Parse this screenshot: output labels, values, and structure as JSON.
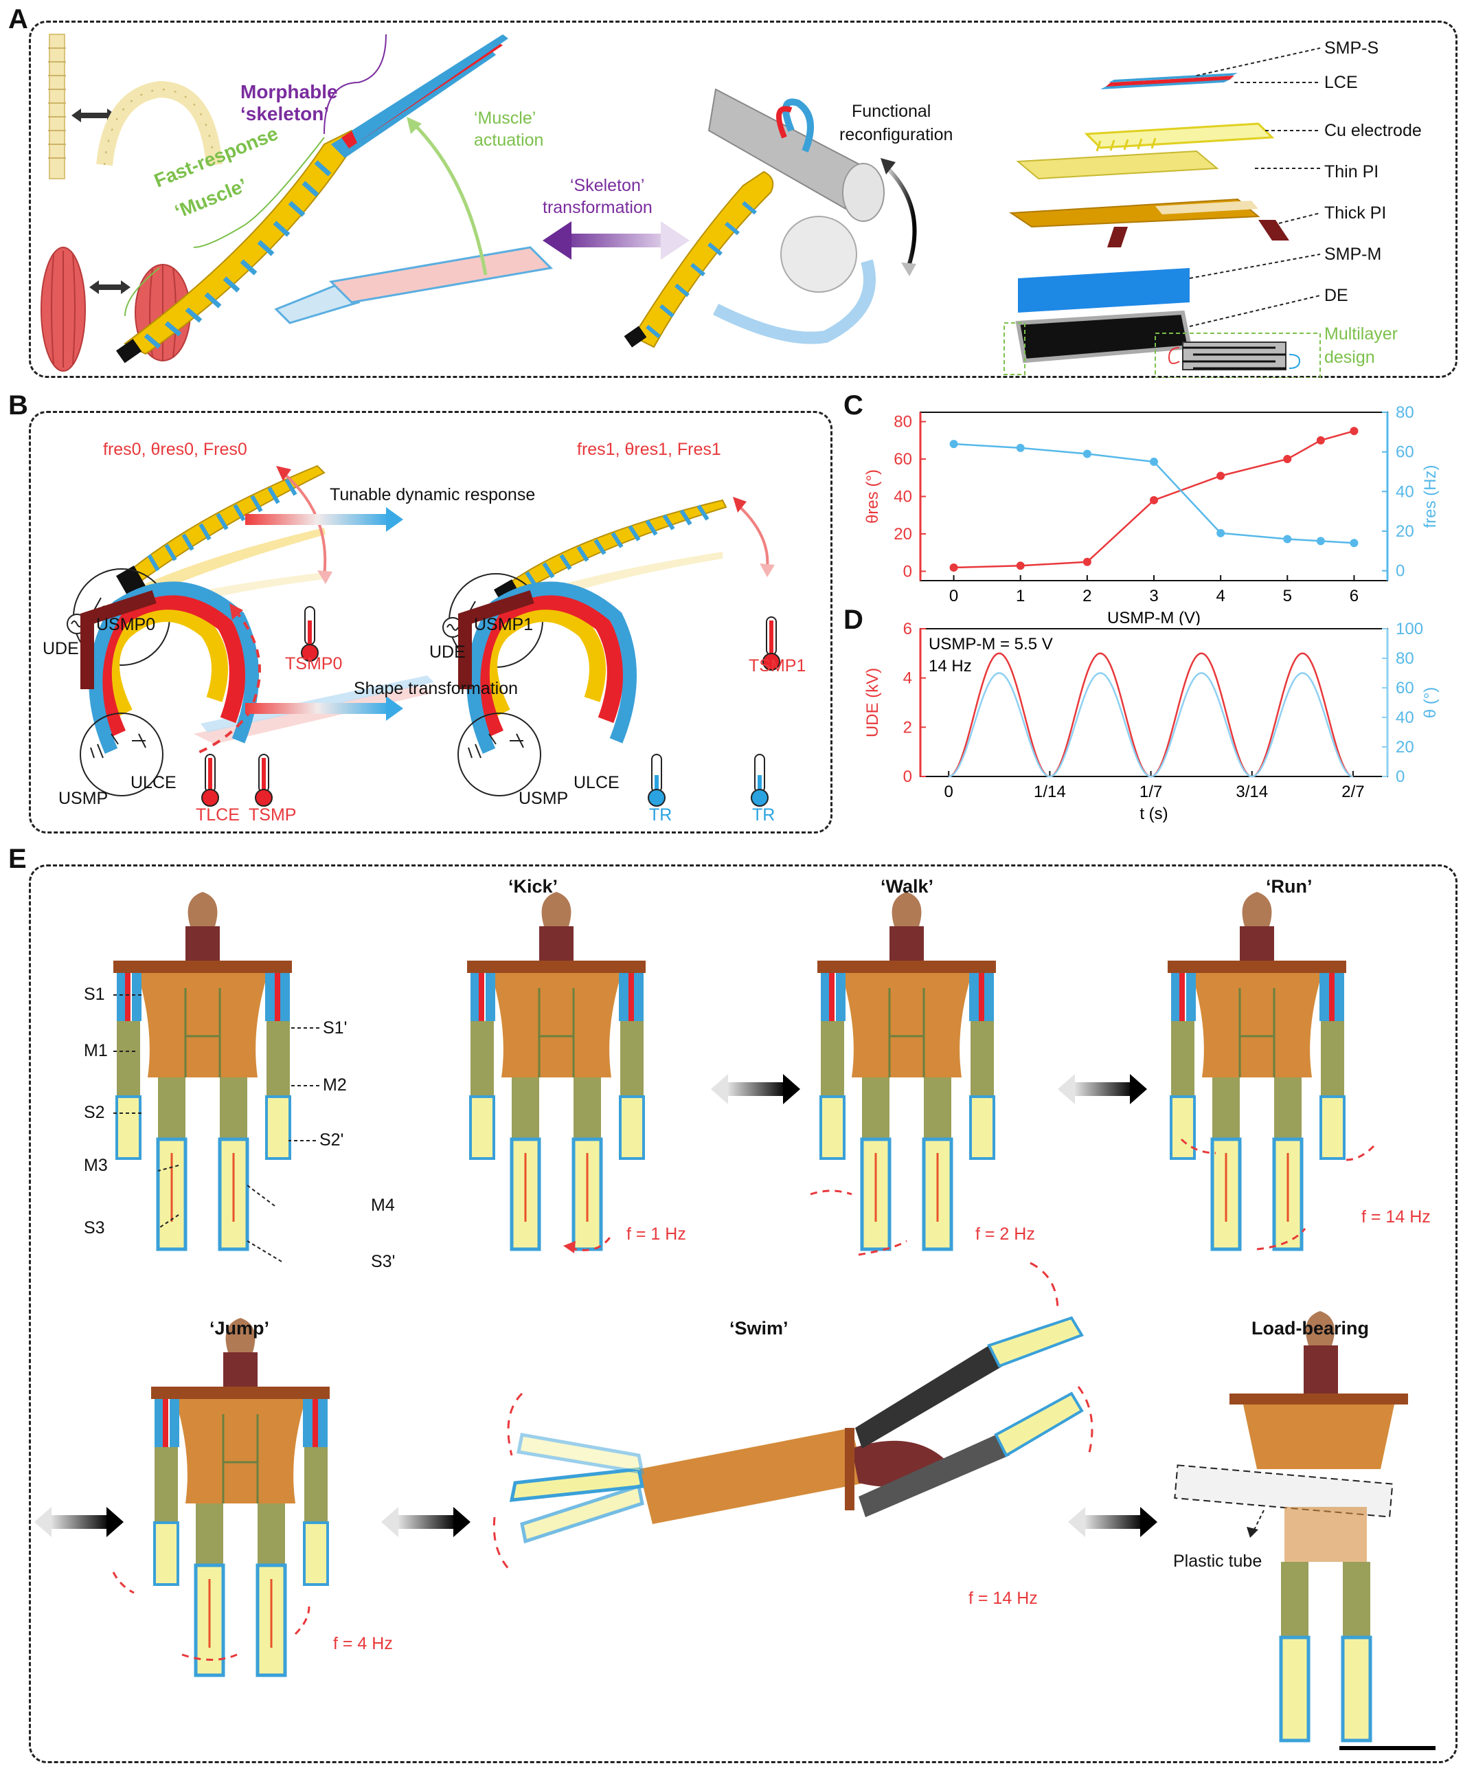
{
  "panels": {
    "a": "A",
    "b": "B",
    "c": "C",
    "d": "D",
    "e": "E"
  },
  "panel_a": {
    "morphable_1": "Morphable",
    "morphable_2": "‘skeleton’",
    "muscle_actuation_1": "‘Muscle’",
    "muscle_actuation_2": "actuation",
    "fast_response_1": "Fast-response",
    "fast_response_2": "‘Muscle’",
    "skeleton_transform_1": "‘Skeleton’",
    "skeleton_transform_2": "transformation",
    "functional_1": "Functional",
    "functional_2": "reconfiguration",
    "layers": [
      "SMP-S",
      "LCE",
      "Cu electrode",
      "Thin PI",
      "Thick PI",
      "SMP-M",
      "DE"
    ],
    "multilayer_1": "Multilayer",
    "multilayer_2": "design"
  },
  "panel_b": {
    "top_left_params": "fres0, θres0, Fres0",
    "top_right_params": "fres1, θres1, Fres1",
    "tunable": "Tunable dynamic response",
    "shape": "Shape transformation",
    "u_de": "UDE",
    "u_smp0": "USMP0",
    "u_smp1": "USMP1",
    "t_smp0": "TSMP0",
    "t_smp1": "TSMP1",
    "u_smp": "USMP",
    "u_lce": "ULCE",
    "t_lce": "TLCE",
    "t_smp": "TSMP",
    "t_r": "TR"
  },
  "chart_data": [
    {
      "type": "line",
      "x": [
        0,
        1,
        2,
        3,
        4,
        5,
        5.5,
        6
      ],
      "xlabel": "USMP-M (V)",
      "xlim": [
        -0.5,
        6.5
      ],
      "xticks": [
        0,
        1,
        2,
        3,
        4,
        5,
        6
      ],
      "series": [
        {
          "name": "θres (°)",
          "axis": "left",
          "color": "#e8383b",
          "values": [
            2,
            3,
            5,
            38,
            51,
            60,
            70,
            75
          ]
        },
        {
          "name": "fres (Hz)",
          "axis": "right",
          "color": "#56b8ea",
          "values": [
            64,
            62,
            59,
            55,
            19,
            16,
            15,
            14
          ]
        }
      ],
      "ylabel_left": "θres (°)",
      "ylim_left": [
        -5,
        85
      ],
      "yticks_left": [
        0,
        20,
        40,
        60,
        80
      ],
      "ylabel_right": "fres (Hz)",
      "ylim_right": [
        -5,
        80
      ],
      "yticks_right": [
        0,
        20,
        40,
        60,
        80
      ]
    },
    {
      "type": "line",
      "annotation_1": "USMP-M = 5.5 V",
      "annotation_2": "14 Hz",
      "xlabel": "t (s)",
      "xticks": [
        "0",
        "1/14",
        "1/7",
        "3/14",
        "2/7"
      ],
      "xlim": [
        -0.02,
        0.31
      ],
      "series": [
        {
          "name": "UDE (kV)",
          "axis": "left",
          "color": "#e8383b",
          "amplitude": 5.0,
          "frequency_hz": 14
        },
        {
          "name": "θ (°)",
          "axis": "right",
          "color": "#8ed0f2",
          "amplitude": 70,
          "frequency_hz": 14
        }
      ],
      "ylabel_left": "UDE (kV)",
      "ylim_left": [
        0,
        6
      ],
      "yticks_left": [
        0,
        2,
        4,
        6
      ],
      "ylabel_right": "θ (°)",
      "ylim_right": [
        0,
        100
      ],
      "yticks_right": [
        0,
        20,
        40,
        60,
        80,
        100
      ]
    }
  ],
  "panel_e": {
    "parts": [
      "S1",
      "M1",
      "S2",
      "M3",
      "S3",
      "S1'",
      "M2",
      "S2'",
      "M4",
      "S3'"
    ],
    "kick": "‘Kick’",
    "walk": "‘Walk’",
    "run": "‘Run’",
    "jump": "‘Jump’",
    "swim": "‘Swim’",
    "load": "Load-bearing",
    "f_kick": "f = 1 Hz",
    "f_walk": "f = 2 Hz",
    "f_run": "f = 14 Hz",
    "f_jump": "f = 4 Hz",
    "f_swim": "f = 14 Hz",
    "plastic_tube": "Plastic tube"
  }
}
